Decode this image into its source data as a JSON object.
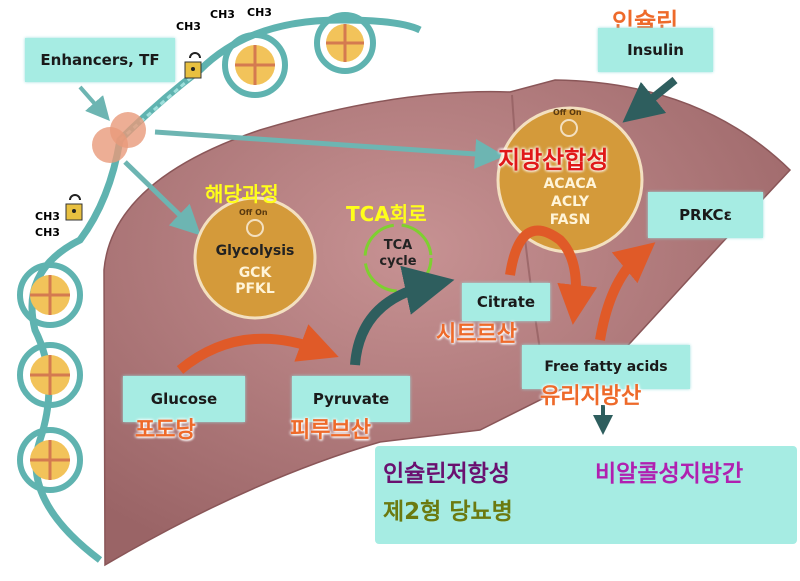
{
  "enhancers_label": "Enhancers, TF",
  "methyl_label": "CH3",
  "insulin": {
    "korean": "인슐린",
    "english": "Insulin"
  },
  "switch_label": "Off On",
  "glycolysis": {
    "korean": "해당과정",
    "title": "Glycolysis",
    "genes": [
      "GCK",
      "PFKL"
    ]
  },
  "tca": {
    "korean": "TCA회로",
    "title": [
      "TCA",
      "cycle"
    ]
  },
  "lipogenesis": {
    "korean": "지방산합성",
    "genes": [
      "ACACA",
      "ACLY",
      "FASN"
    ]
  },
  "prkce": "PRKCε",
  "citrate": {
    "english": "Citrate",
    "korean": "시트르산"
  },
  "ffa": {
    "english": "Free fatty acids",
    "korean": "유리지방산"
  },
  "glucose": {
    "english": "Glucose",
    "korean": "포도당"
  },
  "pyruvate": {
    "english": "Pyruvate",
    "korean": "피루브산"
  },
  "outcomes": {
    "insulin_resistance": "인슐린저항성",
    "nafld": "비알콜성지방간",
    "t2d": "제2형 당뇨병"
  },
  "colors": {
    "liver": "#a06a6c",
    "teal": "#5fb3b0",
    "orange_arrow": "#e05a28",
    "circle": "#d49a3a",
    "box": "#a6ece3"
  }
}
